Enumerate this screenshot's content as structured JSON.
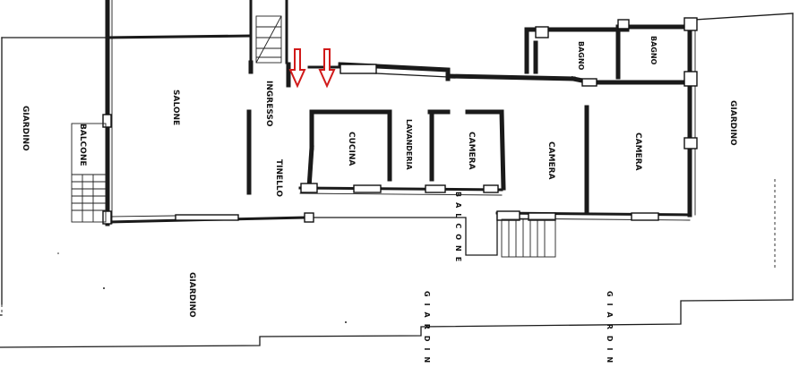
{
  "rooms": {
    "giardino_left": "GIARDINO",
    "balcone": "BALCONE",
    "salone": "SALONE",
    "ingresso": "INGRESSO",
    "tinello": "TINELLO",
    "cucina": "CUCINA",
    "lavanderia": "LAVANDERIA",
    "camera_1": "CAMERA",
    "camera_2": "CAMERA",
    "camera_3": "CAMERA",
    "bagno_1": "BAGNO",
    "bagno_2": "BAGNO",
    "balcone_vertical": "BALCONE",
    "giardino_right": "GIARDINO",
    "giardino_bottom": "GIARDINO",
    "giardino_spaced_1": "GIARDINO",
    "giardino_spaced_2": "GIARDINO"
  },
  "colors": {
    "wall": "#1a1a1a",
    "arrow": "#d11a1a",
    "background": "#ffffff"
  },
  "icons": [
    "entrance-arrow-icon",
    "entrance-arrow-icon"
  ]
}
